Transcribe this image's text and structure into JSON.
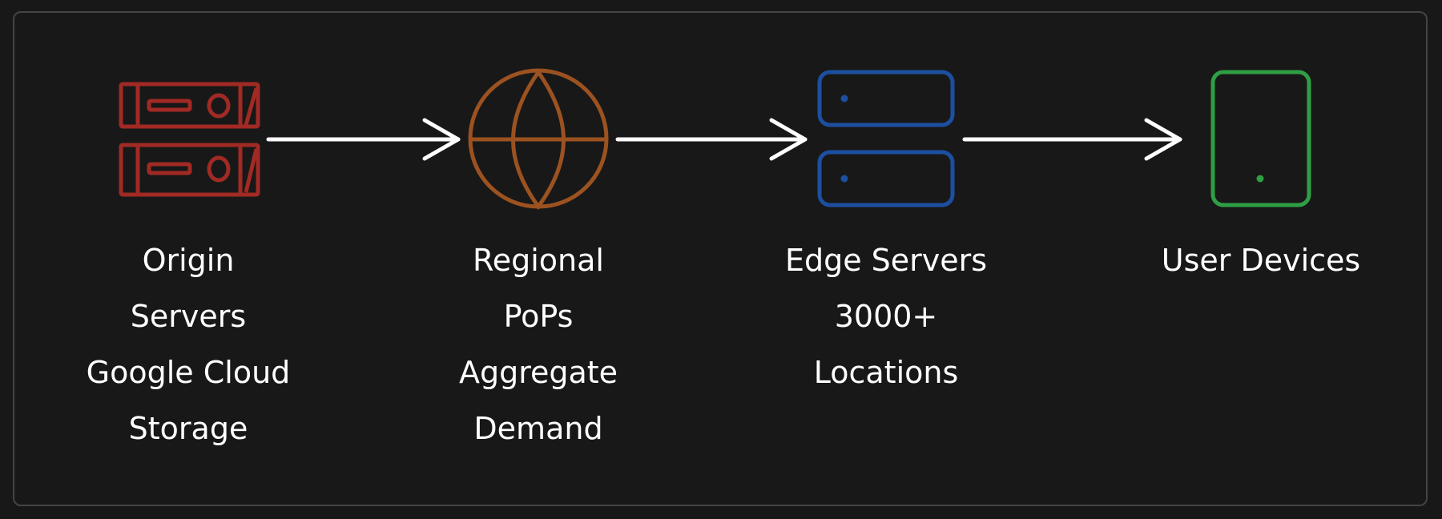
{
  "colors": {
    "origin": "#a12a24",
    "regional": "#9c5220",
    "edge": "#1c4fa0",
    "device": "#2f9e44",
    "arrow": "#ffffff"
  },
  "nodes": [
    {
      "icon": "server-rack-icon",
      "lines": [
        "Origin",
        "Servers",
        "Google Cloud",
        "Storage"
      ]
    },
    {
      "icon": "globe-icon",
      "lines": [
        "Regional",
        "PoPs",
        "Aggregate",
        "Demand"
      ]
    },
    {
      "icon": "server-stack-icon",
      "lines": [
        "Edge Servers",
        "3000+",
        "Locations"
      ]
    },
    {
      "icon": "device-icon",
      "lines": [
        "User Devices"
      ]
    }
  ]
}
